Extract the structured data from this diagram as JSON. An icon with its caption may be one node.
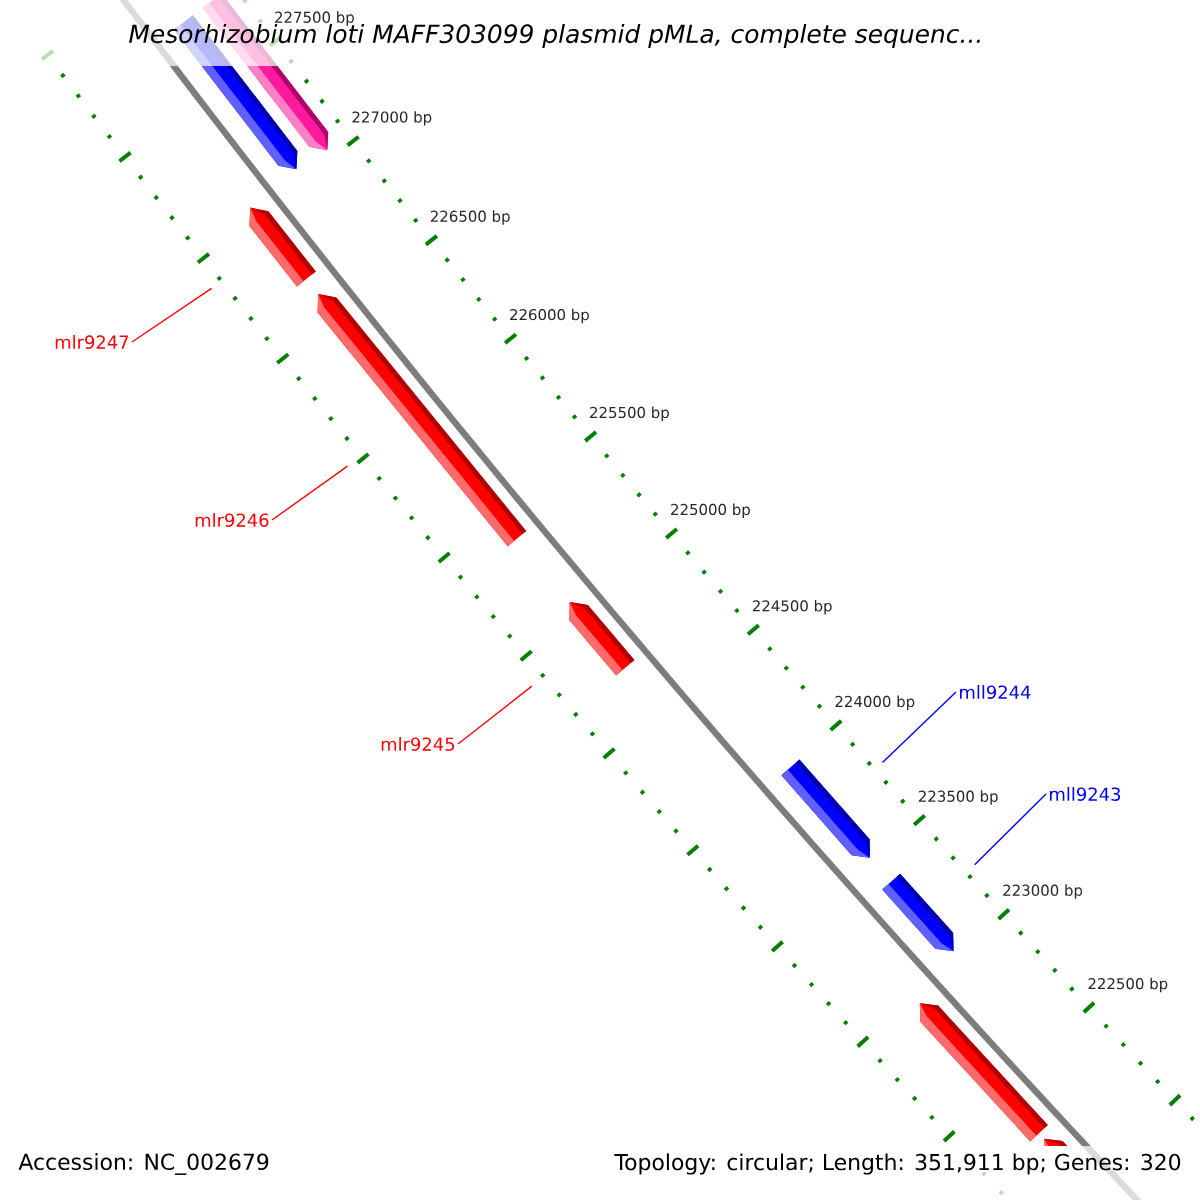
{
  "diagram": {
    "title": "Mesorhizobium loti MAFF303099 plasmid pMLa, complete sequenc...",
    "nodes": [
      {
        "text": [
          "mlr9247"
        ]
      },
      {
        "text": [
          "mlr9246"
        ]
      },
      {
        "text": [
          "mll9244"
        ]
      },
      {
        "text": [
          "mlr9245"
        ]
      },
      {
        "text": [
          "mll9243"
        ]
      },
      {
        "text": [],
        "shape": "box"
      },
      {
        "text": [],
        "shape": "box"
      },
      {
        "text": [],
        "shape": "box"
      },
      {
        "text": [],
        "shape": "box"
      },
      {
        "text": [],
        "shape": "box"
      },
      {
        "text": [],
        "shape": "box"
      },
      {
        "text": [],
        "shape": "box"
      },
      {
        "text": [],
        "shape": "box"
      },
      {
        "text": [],
        "shape": "box"
      }
    ],
    "edges": [
      {
        "from": 0,
        "to": 7,
        "arrow": "none",
        "color": "#ff0000"
      },
      {
        "from": 1,
        "to": 8,
        "arrow": "none",
        "color": "#ff0000"
      },
      {
        "from": 2,
        "to": 10,
        "arrow": "none",
        "color": "#0000ff"
      },
      {
        "from": 3,
        "to": 9,
        "arrow": "none",
        "color": "#ff0000"
      },
      {
        "from": 4,
        "to": 11,
        "arrow": "none",
        "color": "#0000ff"
      }
    ],
    "labels": [
      "227500 bp",
      "227000 bp",
      "226500 bp",
      "226000 bp",
      "225500 bp",
      "225000 bp",
      "224500 bp",
      "224000 bp",
      "223500 bp",
      "223000 bp",
      "222500 bp",
      "Accession: NC_002679",
      "Topology: circular; Length: 351,911 bp; Genes: 320"
    ]
  }
}
